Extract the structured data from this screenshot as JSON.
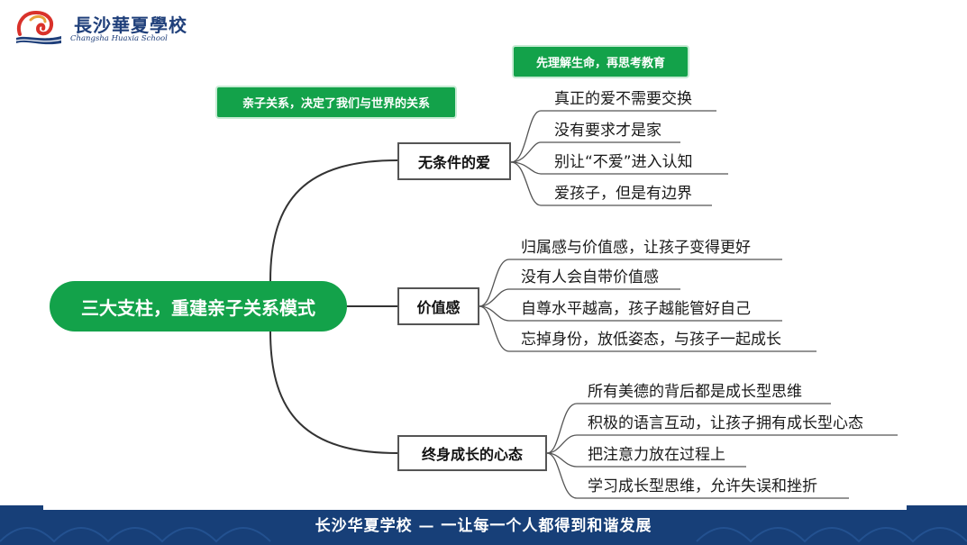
{
  "header": {
    "school_name": "長沙華夏學校",
    "school_name_en": "Changsha Huaxia School"
  },
  "notes": {
    "top": "先理解生命，再思考教育",
    "left": "亲子关系，决定了我们与世界的关系"
  },
  "central": "三大支柱，重建亲子关系模式",
  "branches": [
    {
      "label": "无条件的爱",
      "leaves": [
        "真正的爱不需要交换",
        "没有要求才是家",
        "别让“不爱”进入认知",
        "爱孩子，但是有边界"
      ]
    },
    {
      "label": "价值感",
      "leaves": [
        "归属感与价值感，让孩子变得更好",
        "没有人会自带价值感",
        "自尊水平越高，孩子越能管好自己",
        "忘掉身份，放低姿态，与孩子一起成长"
      ]
    },
    {
      "label": "终身成长的心态",
      "leaves": [
        "所有美德的背后都是成长型思维",
        "积极的语言互动，让孩子拥有成长型心态",
        "把注意力放在过程上",
        "学习成长型思维，允许失误和挫折"
      ]
    }
  ],
  "footer": {
    "slogan": "长沙华夏学校 — 一让每一个人都得到和谐发展"
  },
  "colors": {
    "accent_green": "#13a24a",
    "footer_blue": "#173f78",
    "logo_red": "#d9322b",
    "logo_blue": "#1f3f7a",
    "connector": "#333333"
  }
}
